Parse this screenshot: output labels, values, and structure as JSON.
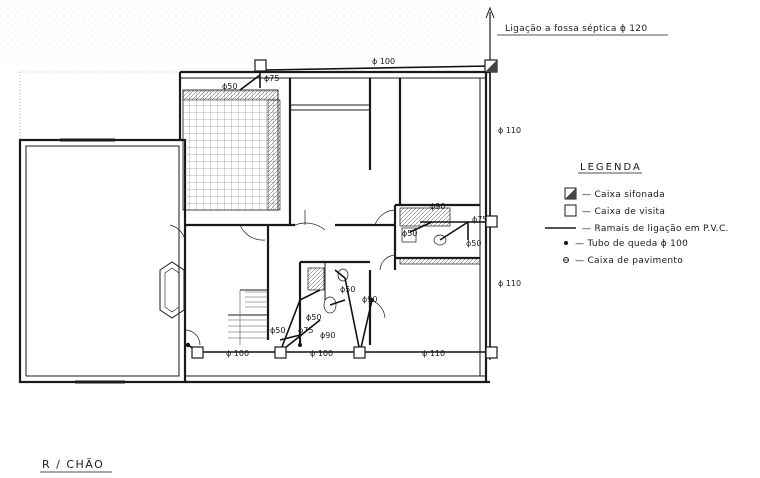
{
  "header": {
    "connection_label": "Ligação  a  fossa  séptica  ɸ 120"
  },
  "legend": {
    "title": "LEGENDA",
    "items": [
      {
        "symbol": "caixa-sifonada",
        "text": "— Caixa  sifonada"
      },
      {
        "symbol": "caixa-de-visita",
        "text": "— Caixa  de  visita"
      },
      {
        "symbol": "ramais",
        "text": "— Ramais  de  ligação  em  P.V.C."
      },
      {
        "symbol": "tubo-de-queda",
        "text": "— Tubo  de  queda  ɸ 100"
      },
      {
        "symbol": "caixa-de-pavimento",
        "text": "— Caixa  de  pavimento"
      }
    ]
  },
  "pipe_labels": {
    "top_100": "ɸ 100",
    "top_75": "ɸ75",
    "kitchen_50": "ɸ50",
    "right_110_top": "ɸ 110",
    "right_110_bottom": "ɸ 110",
    "bath_90": "ɸ90",
    "bath_75": "ɸ75",
    "bath_50": "ɸ50",
    "bath_50b": "ɸ50",
    "wc_50": "ɸ50",
    "wc_90": "ɸ90",
    "wc_90b": "ɸ90",
    "small_50": "ɸ50",
    "small_75": "ɸ75",
    "small_50b": "ɸ50",
    "bottom_100_a": "ɸ 100",
    "bottom_100_b": "ɸ 100",
    "bottom_110": "ɸ 110"
  },
  "plan_title": "R / CHÃO"
}
